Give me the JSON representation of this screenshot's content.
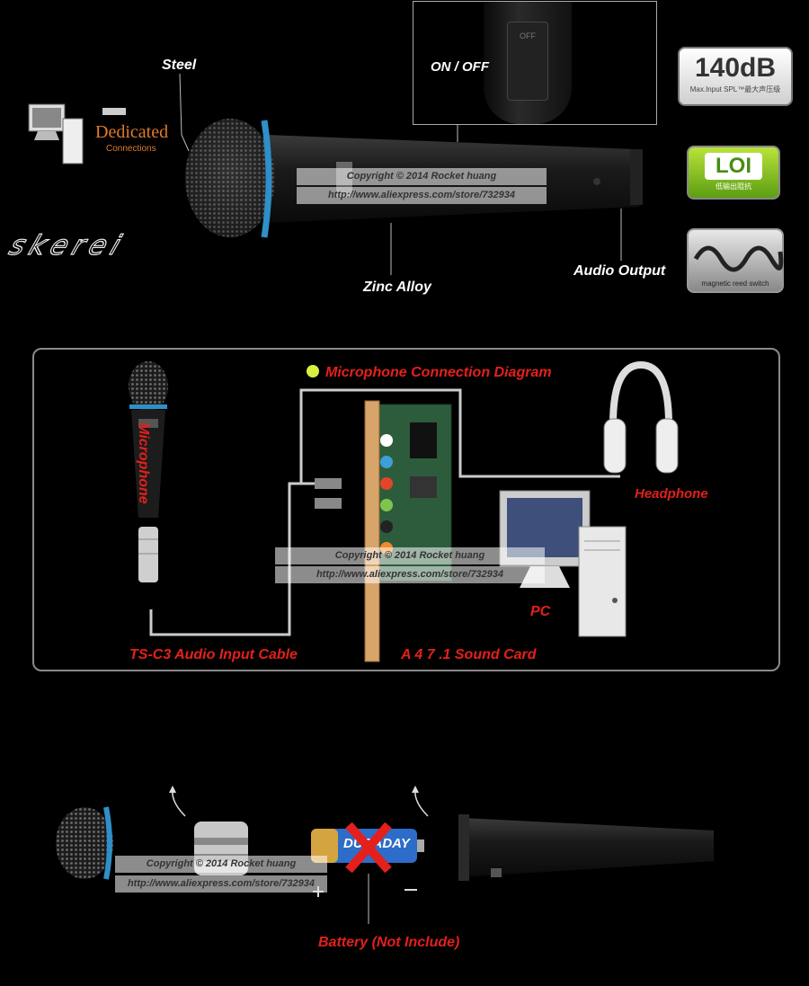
{
  "labels": {
    "steel": "Steel",
    "on_off": "ON / OFF",
    "zinc_alloy": "Zinc Alloy",
    "audio_output": "Audio Output",
    "dedicated_1": "Dedicated",
    "dedicated_2": "Connections",
    "brand": "skerei",
    "switch_text": "OFF"
  },
  "badges": {
    "db_main": "140dB",
    "db_sub": "Max.Input SPL™最大声压级",
    "loi_main": "LOI",
    "loi_sub": "低输出阻抗",
    "reed_sub": "magnetic reed switch"
  },
  "diagram": {
    "title": "Microphone Connection Diagram",
    "microphone": "Microphone",
    "headphone": "Headphone",
    "pc": "PC",
    "cable": "TS-C3 Audio Input Cable",
    "sound_card": "A 4  7 .1 Sound Card"
  },
  "battery": {
    "label": "Battery (Not Include)",
    "brand": "DURADAY"
  },
  "watermark": {
    "copyright": "Copyright © 2014 Rocket huang",
    "url": "http://www.aliexpress.com/store/732934"
  },
  "colors": {
    "accent_red": "#e3201b",
    "accent_blue": "#2f8fc8",
    "bullet_yellow": "#d8f040"
  }
}
